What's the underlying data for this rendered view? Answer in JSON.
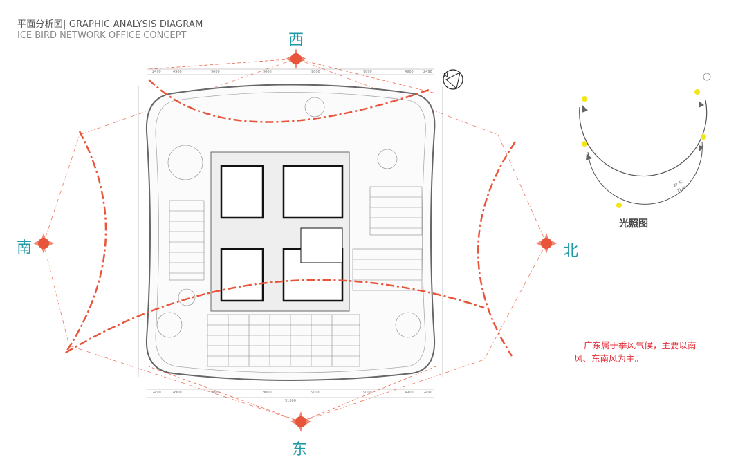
{
  "header": {
    "title": "平面分析图| GRAPHIC ANALYSIS DIAGRAM",
    "subtitle": "ICE BIRD NETWORK OFFICE CONCEPT"
  },
  "directions": {
    "west": "西",
    "south": "南",
    "north": "北",
    "east": "东"
  },
  "dimensions": {
    "top": [
      "2490",
      "4900",
      "9000",
      "9000",
      "9000",
      "9000",
      "4900",
      "2490"
    ],
    "bottom": [
      "2490",
      "4900",
      "9000",
      "9000",
      "9000",
      "9000",
      "4900",
      "2490"
    ],
    "total": "51300"
  },
  "sunlight": {
    "label": "光照图",
    "arc_labels": [
      "22.4t",
      "21.4t"
    ]
  },
  "note": "广东属于季风气候，主要以南风、东南风为主。",
  "colors": {
    "wind": "#e8553a",
    "direction_text": "#1f9aa6",
    "note": "#e0303a",
    "sun": "#f4e51a"
  }
}
